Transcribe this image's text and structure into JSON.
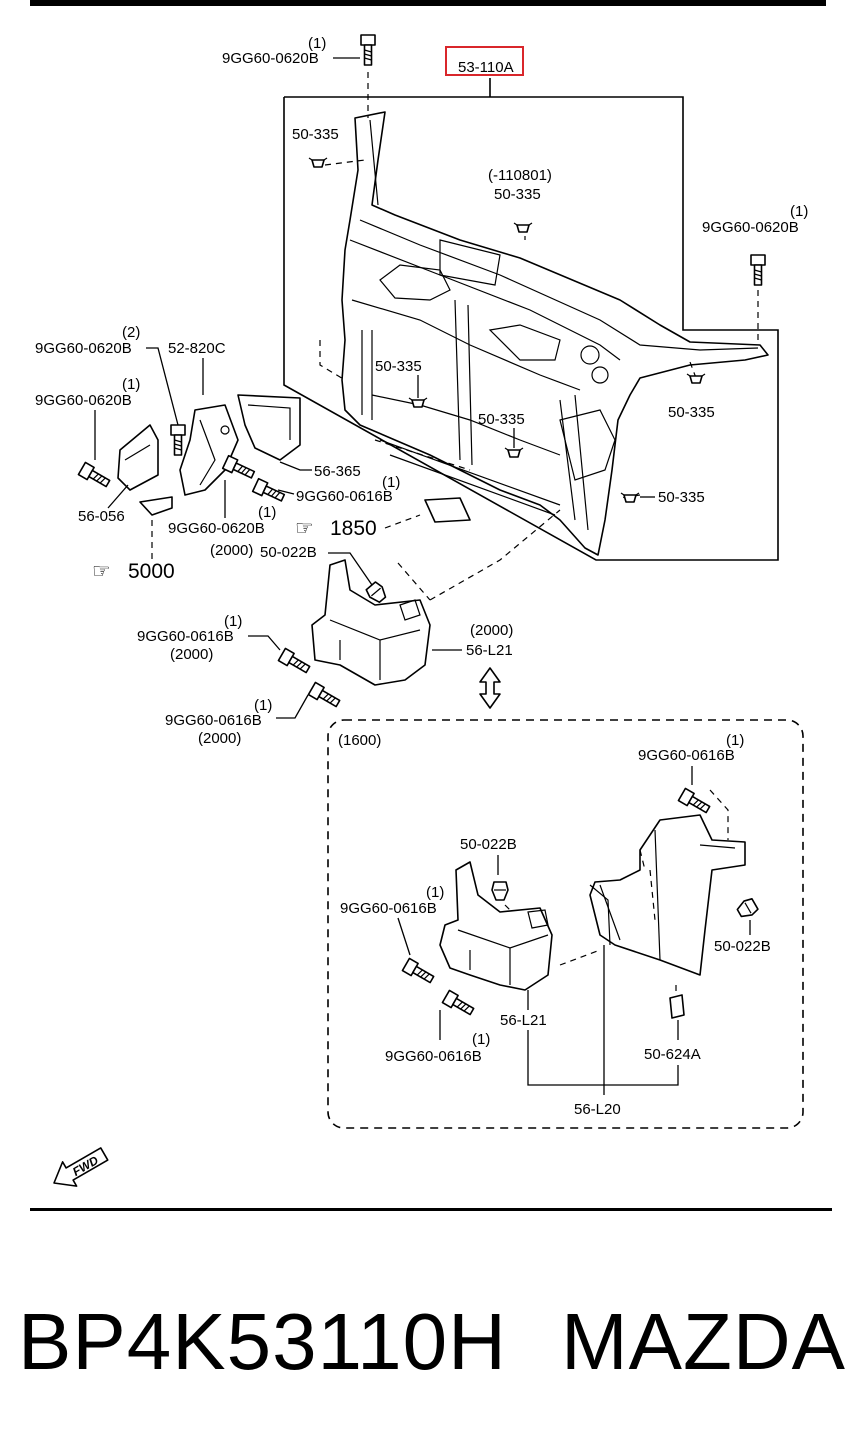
{
  "diagram": {
    "highlight_color": "#d9262b",
    "callouts": {
      "main_part": "53-110A",
      "bolt_top_qty": "(1)",
      "bolt_top": "9GG60-0620B",
      "clip_a": "50-335",
      "clip_b_note": "(-110801)",
      "clip_b": "50-335",
      "bolt_right_qty": "(1)",
      "bolt_right": "9GG60-0620B",
      "bolt_left1_qty": "(2)",
      "bolt_left1": "9GG60-0620B",
      "latch": "52-820C",
      "bolt_left2_qty": "(1)",
      "bolt_left2": "9GG60-0620B",
      "clip_c": "50-335",
      "clip_d": "50-335",
      "clip_e": "50-335",
      "clip_f": "50-335",
      "bracket_left": "56-056",
      "deflector": "56-365",
      "bolt_0616_qty": "(1)",
      "bolt_0616": "9GG60-0616B",
      "bolt_left3_qty": "(1)",
      "bolt_left3": "9GG60-0620B",
      "ref_1850": "1850",
      "ref_5000": "5000",
      "clip_2000_note": "(2000)",
      "clip_2000": "50-022B",
      "bolt_2000a_qty": "(1)",
      "bolt_2000a": "9GG60-0616B",
      "bolt_2000a_note": "(2000)",
      "guide_2000_note": "(2000)",
      "guide_2000": "56-L21",
      "bolt_2000b_qty": "(1)",
      "bolt_2000b": "9GG60-0616B",
      "bolt_2000b_note": "(2000)"
    },
    "variant_box": {
      "title": "(1600)",
      "bolt_a_qty": "(1)",
      "bolt_a": "9GG60-0616B",
      "clip_a": "50-022B",
      "bolt_b_qty": "(1)",
      "bolt_b": "9GG60-0616B",
      "clip_b": "50-022B",
      "guide_l21": "56-L21",
      "bolt_c_qty": "(1)",
      "bolt_c": "9GG60-0616B",
      "clip_c": "50-624A",
      "guide_l20": "56-L20"
    },
    "fwd_label": "FWD"
  },
  "footer": {
    "part_number": "BP4K53110H",
    "brand": "MAZDA"
  }
}
